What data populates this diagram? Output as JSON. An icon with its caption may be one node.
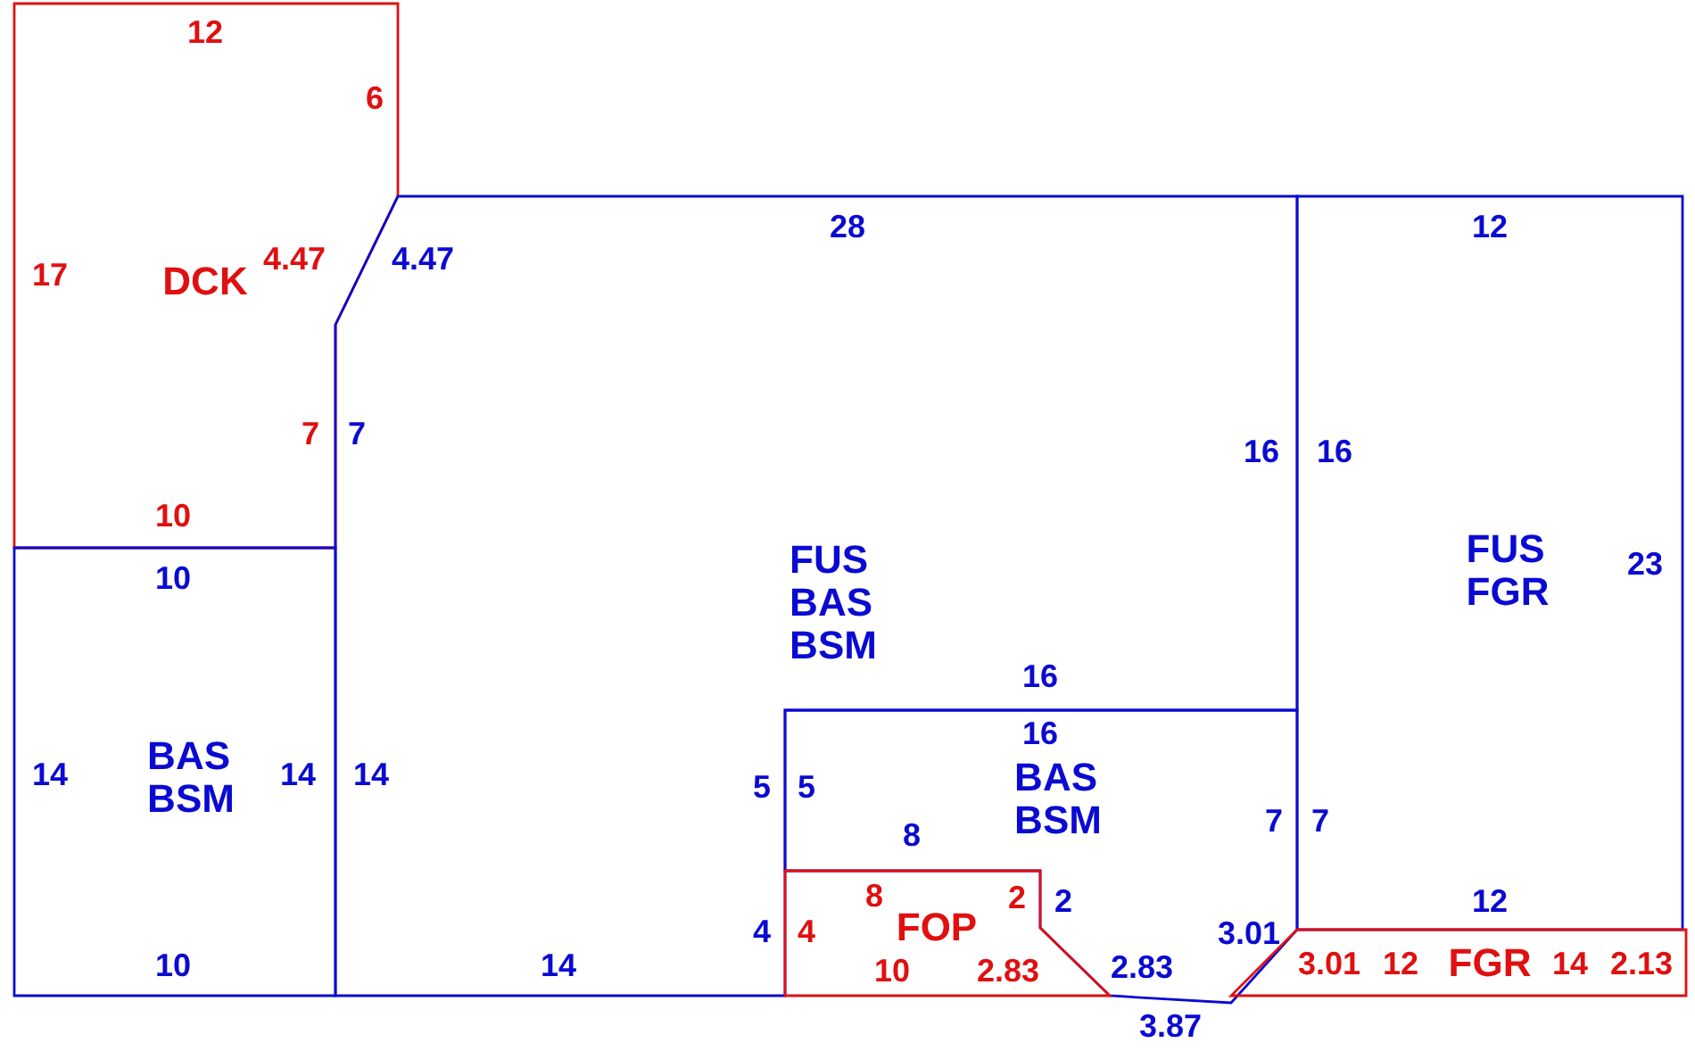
{
  "diagram": {
    "nodes": [
      {
        "text": [
          "DCK"
        ]
      },
      {
        "text": [
          "BAS",
          "BSM"
        ]
      },
      {
        "text": [
          "FUS",
          "BAS",
          "BSM"
        ]
      },
      {
        "text": [
          "FUS",
          "FGR"
        ]
      },
      {
        "text": [
          "BAS",
          "BSM"
        ]
      },
      {
        "text": [
          "FOP"
        ]
      },
      {
        "text": [
          "FGR"
        ]
      }
    ],
    "labels": [
      "12",
      "6",
      "28",
      "12",
      "17",
      "4.47",
      "4.47",
      "7",
      "7",
      "16",
      "16",
      "10",
      "23",
      "10",
      "16",
      "16",
      "14",
      "14",
      "14",
      "5",
      "5",
      "7",
      "7",
      "8",
      "8",
      "2",
      "2",
      "12",
      "4",
      "4",
      "3.01",
      "10",
      "14",
      "10",
      "2.83",
      "2.83",
      "3.87",
      "3.01",
      "12",
      "14",
      "2.13"
    ]
  }
}
